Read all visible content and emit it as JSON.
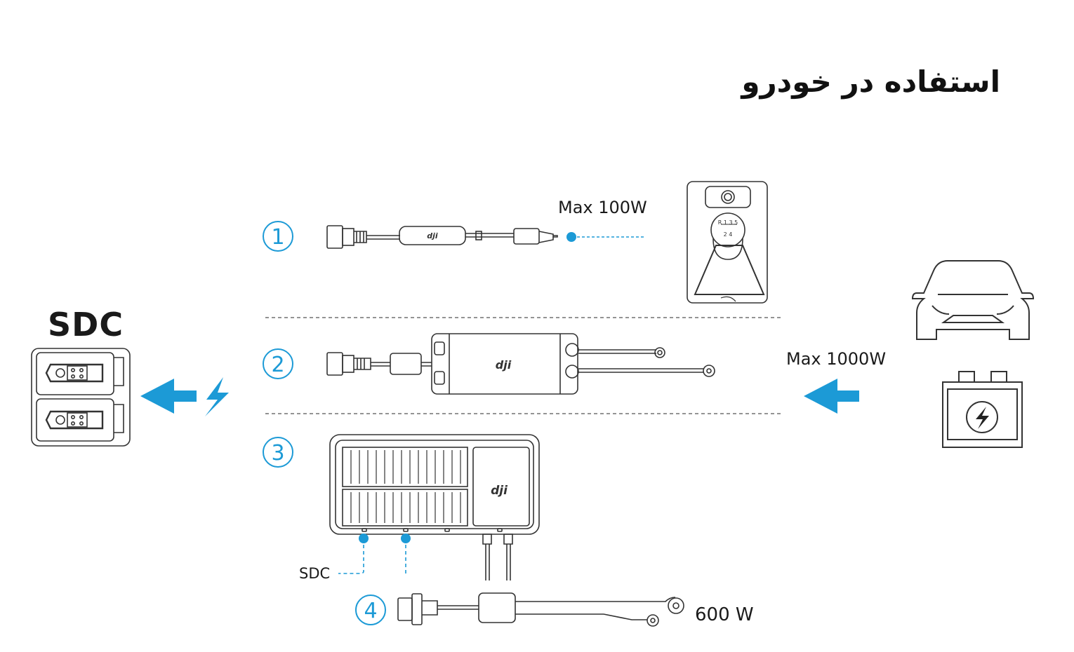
{
  "title": "استفاده در خودرو",
  "labels": {
    "sdc_big": "SDC",
    "max_100w": "Max 100W",
    "max_1000w": "Max 1000W",
    "sdc_port": "SDC",
    "watt_600": "600 W"
  },
  "steps": [
    "1",
    "2",
    "3",
    "4"
  ],
  "brand_logo": "dji",
  "gear_pattern_top": "R 1 3 5",
  "gear_pattern_bottom": "2 4",
  "colors": {
    "accent": "#1c9ad6",
    "stroke": "#333333",
    "bg": "#ffffff"
  },
  "icons": [
    "car-icon",
    "car-battery-icon",
    "gear-shift-socket-icon",
    "lightning-icon",
    "arrow-left-icon",
    "sdc-port-panel-icon",
    "car-charger-cable-icon",
    "battery-clamp-cable-icon",
    "power-module-icon",
    "adapter-cable-icon"
  ]
}
